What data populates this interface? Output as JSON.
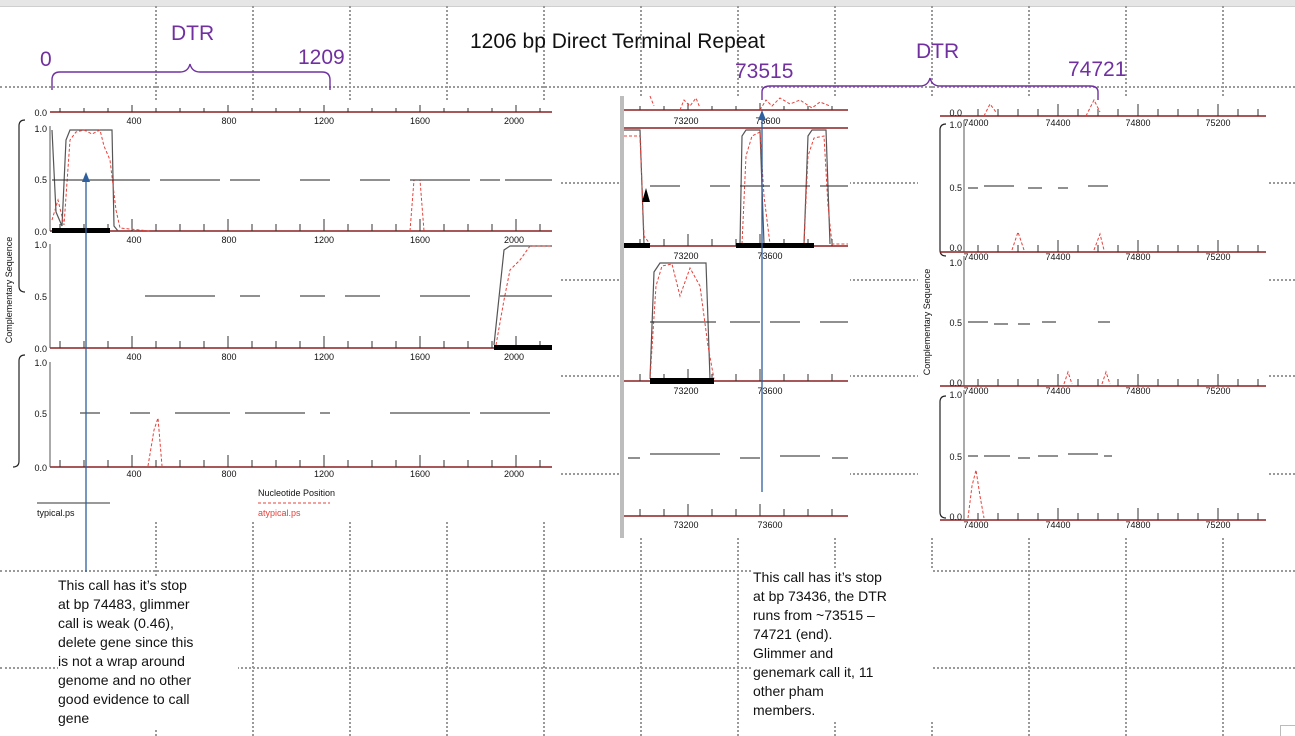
{
  "title": "1206 bp Direct Terminal Repeat",
  "left_dtr": {
    "label": "DTR",
    "start": "0",
    "end": "1209"
  },
  "right_dtr": {
    "label": "DTR",
    "start": "73515",
    "end": "74721"
  },
  "left_panel": {
    "ylabel": "Complementary Sequence",
    "x_ticks": [
      "400",
      "800",
      "1200",
      "1600",
      "2000"
    ],
    "y_ticks": [
      "0.0",
      "0.5",
      "1.0"
    ],
    "xlabel": "Nucleotide Position",
    "legend": [
      "typical.ps",
      "atypical.ps"
    ]
  },
  "middle_panel": {
    "x_ticks": [
      "73200",
      "73600"
    ]
  },
  "right_panel": {
    "ylabel": "Complementary Sequence",
    "x_ticks": [
      "74000",
      "74400",
      "74800",
      "75200"
    ],
    "y_ticks": [
      "0.0",
      "0.5",
      "1.0"
    ]
  },
  "notes": {
    "left": [
      "This call has it’s stop",
      "at bp 74483, glimmer",
      "call is weak (0.46),",
      "delete gene since this",
      "is not a wrap around",
      "genome and no other",
      "good evidence to call",
      "gene"
    ],
    "right": [
      "This call has it’s stop",
      "at bp 73436, the DTR",
      "runs from ~73515 –",
      "74721 (end).",
      "Glimmer and",
      "genemark call it, 11",
      "other pham",
      "members."
    ]
  },
  "colors": {
    "accent": "#7030a0",
    "arrow": "#2e5f9e",
    "atypical": "#e8403a",
    "typical": "#333333"
  }
}
